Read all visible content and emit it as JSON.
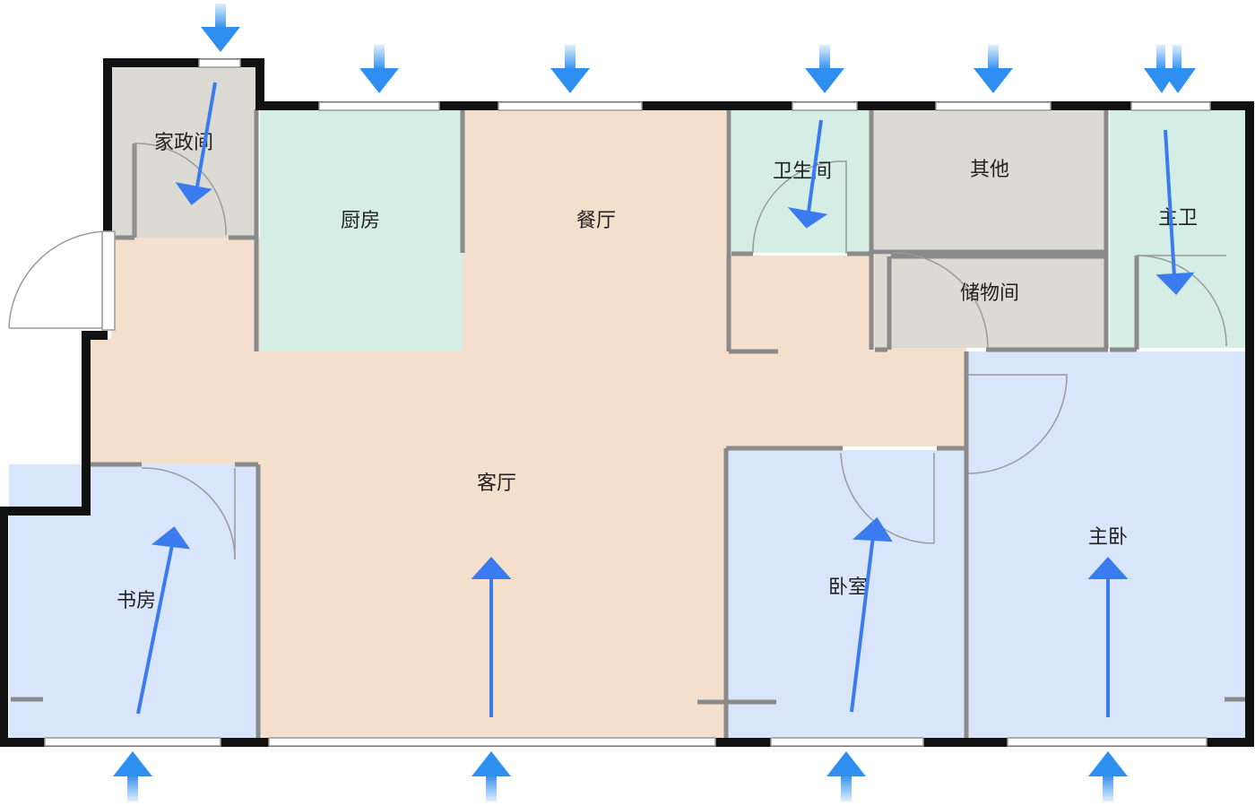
{
  "rooms": {
    "jiazhengjian": "家政间",
    "chufang": "厨房",
    "canting": "餐厅",
    "weishengjian": "卫生间",
    "qita": "其他",
    "zhuwei": "主卫",
    "chuwujian": "储物间",
    "keting": "客厅",
    "shufang": "书房",
    "woshi": "卧室",
    "zhuwo": "主卧"
  },
  "colors": {
    "wall": "#111111",
    "partition": "#8a8a8a",
    "living": "#f3dfcc",
    "kitchen_bath": "#d4ede5",
    "utility": "#dcdbd3",
    "bedroom": "#d8e5fb",
    "arrow": "#3b7bf0",
    "flow_arrow": "#2f8ff0"
  }
}
